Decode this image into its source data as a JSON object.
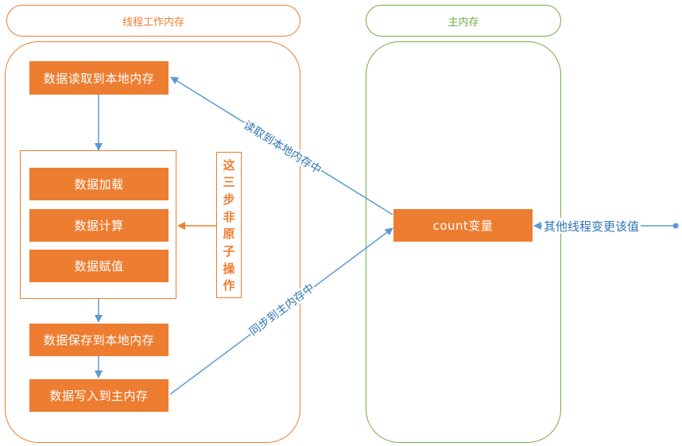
{
  "headers": {
    "thread": "线程工作内存",
    "main": "主内存"
  },
  "steps": {
    "read": "数据读取到本地内存",
    "load": "数据加载",
    "compute": "数据计算",
    "assign": "数据赋值",
    "save": "数据保存到本地内存",
    "write": "数据写入到主内存"
  },
  "note": [
    "这",
    "三",
    "步",
    "非",
    "原",
    "子",
    "操",
    "作"
  ],
  "variable": "count变量",
  "edges": {
    "read_from_main": "读取到本地内存中",
    "sync_to_main": "同步到主内存中",
    "external": "其他线程变更该值"
  },
  "colors": {
    "orange": "#ED7D31",
    "green": "#70AD47",
    "blue": "#5B9BD5",
    "label_blue": "#2E75B6"
  }
}
